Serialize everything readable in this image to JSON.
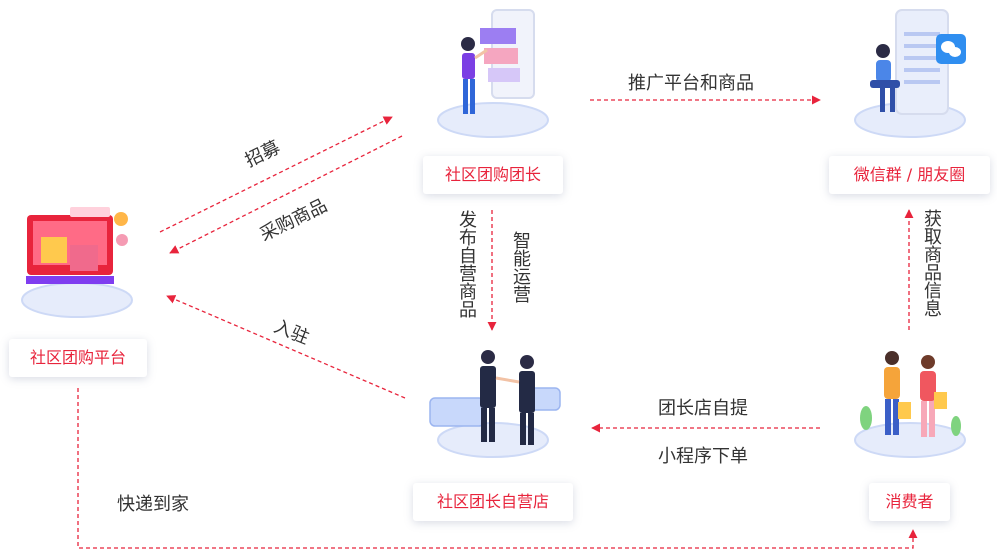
{
  "nodes": {
    "platform": "社区团购平台",
    "leader": "社区团购团长",
    "wechat": "微信群 / 朋友圈",
    "store": "社区团长自营店",
    "consumer": "消费者"
  },
  "edges": {
    "recruit": "招募",
    "purchase": "采购商品",
    "promote": "推广平台和商品",
    "publish": "发布自营商品",
    "smart_ops": "智能运营",
    "settle_in": "入驻",
    "get_info": "获取商品信息",
    "self_pickup": "团长店自提",
    "mini_program_order": "小程序下单",
    "delivery": "快递到家"
  },
  "icons": [
    "shopping-platform-icon",
    "phone-presenter-icon",
    "wechat-user-icon",
    "handshake-store-icon",
    "shopping-couple-icon",
    "wechat-logo-icon"
  ],
  "colors": {
    "accent": "#e8243c",
    "arrow": "#e8243c",
    "text": "#333333",
    "pedestal": "#e6ecfb",
    "pedestal_ring": "#cdd9f6"
  }
}
